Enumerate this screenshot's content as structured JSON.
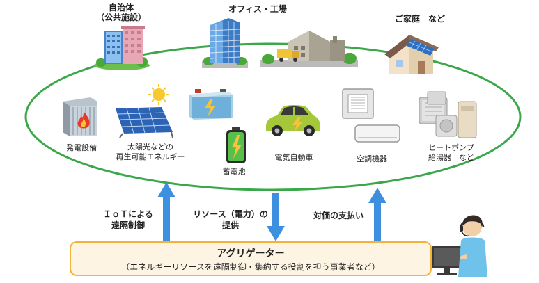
{
  "top": {
    "municipality": {
      "line1": "自治体",
      "line2": "（公共施設）"
    },
    "office": "オフィス・工場",
    "home": "ご家庭　など"
  },
  "resources": {
    "generator": "発電設備",
    "solar": {
      "line1": "太陽光などの",
      "line2": "再生可能エネルギー"
    },
    "battery": "蓄電池",
    "ev": "電気自動車",
    "aircon": "空調機器",
    "heatpump": {
      "line1": "ヒートポンプ",
      "line2": "給湯器　など"
    }
  },
  "arrows": {
    "iot": {
      "line1": "ＩｏＴによる",
      "line2": "遠隔制御"
    },
    "resource": {
      "line1": "リソース（電力）の",
      "line2": "提供"
    },
    "payment": "対価の支払い"
  },
  "aggregator": {
    "title": "アグリゲーター",
    "subtitle": "（エネルギーリソースを遠隔制御・集約する役割を担う事業者など）"
  },
  "colors": {
    "ellipse": "#3aa84a",
    "arrow": "#3d8fe0",
    "box_border": "#f3b23a",
    "box_fill": "#fdf4e3"
  }
}
